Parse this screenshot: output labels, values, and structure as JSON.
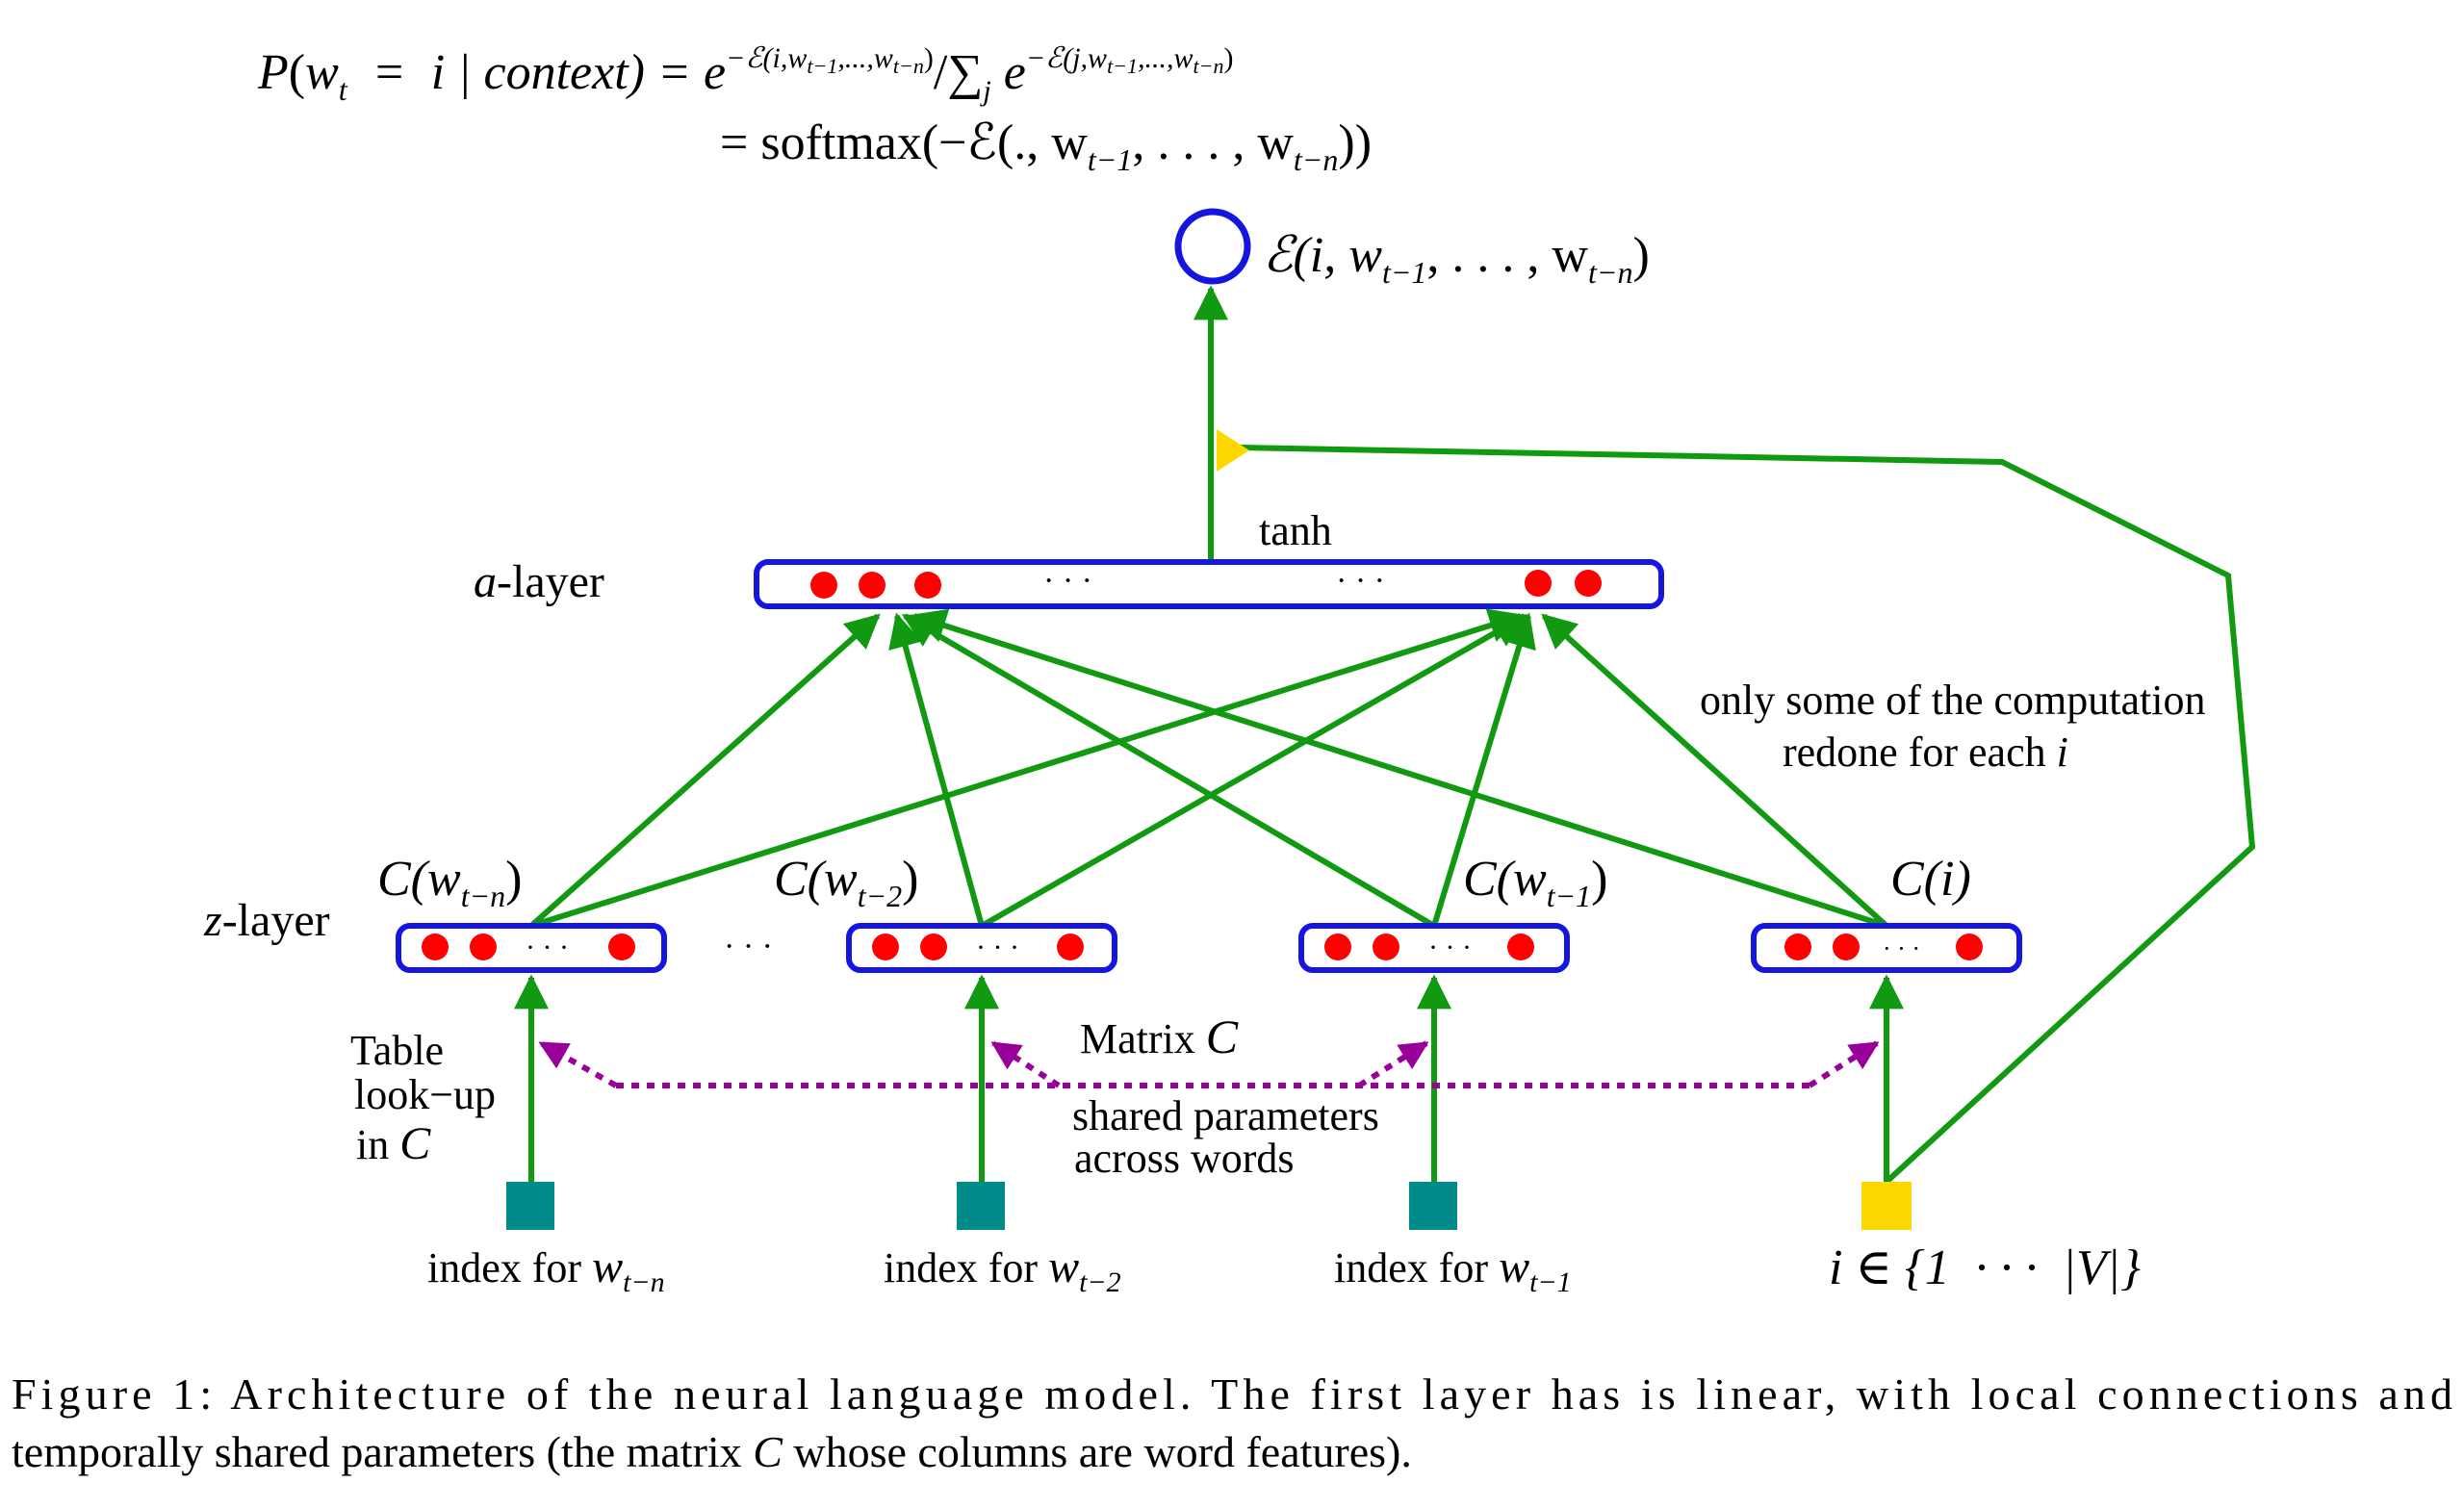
{
  "equation": {
    "line1_lhs_P": "P",
    "line1_lhs_w": "w",
    "line1_lhs_sub": "t",
    "line1_mid": "  =  i | context) = ",
    "line1_e": "e",
    "line1_exp1": "−ℰ(i,w",
    "line1_exp1_sub": "t−1",
    "line1_exp1_end": ",...,w",
    "line1_exp1_sub2": "t−n",
    "line1_exp1_close": ")",
    "line1_div": "/",
    "line1_sum": "∑",
    "line1_sum_sub": "j",
    "line1_e2": " e",
    "line1_exp2": "−ℰ(j,w",
    "line1_exp2_sub": "t−1",
    "line1_exp2_end": ",...,w",
    "line1_exp2_sub2": "t−n",
    "line1_exp2_close": ")",
    "line2_eq": "= softmax(−ℰ(., w",
    "line2_sub1": "t−1",
    "line2_mid": ", . . . , w",
    "line2_sub2": "t−n",
    "line2_end": "))"
  },
  "output": {
    "label": "ℰ(i, w",
    "label_sub1": "t−1",
    "label_mid": ", . . . , w",
    "label_sub2": "t−n",
    "label_end": ")"
  },
  "labels": {
    "tanh": "tanh",
    "a_layer_var": "a",
    "a_layer_rest": "-layer",
    "z_layer_var": "z",
    "z_layer_rest": "-layer",
    "computation_line1": "only some of the computation",
    "computation_line2_prefix": "redone for each ",
    "computation_line2_var": "i",
    "a_dots_1": "· · ·",
    "a_dots_2": "· · ·",
    "z_gap_dots": "· · ·",
    "table_line1": "Table",
    "table_line2": "look−up",
    "table_line3_prefix": "in ",
    "table_line3_var": "C",
    "matrix_prefix": "Matrix ",
    "matrix_var": "C",
    "shared_line1": "shared parameters",
    "shared_line2": "across words"
  },
  "z_units": [
    {
      "label_pre": "C(w",
      "label_sub": "t−n",
      "label_post": ")",
      "dots": "· · ·",
      "index_prefix": "index for ",
      "index_var": "w",
      "index_sub": "t−n"
    },
    {
      "label_pre": "C(w",
      "label_sub": "t−2",
      "label_post": ")",
      "dots": "· · ·",
      "index_prefix": "index for ",
      "index_var": "w",
      "index_sub": "t−2"
    },
    {
      "label_pre": "C(w",
      "label_sub": "t−1",
      "label_post": ")",
      "dots": "· · ·",
      "index_prefix": "index for ",
      "index_var": "w",
      "index_sub": "t−1"
    },
    {
      "label_pre": "C(i)",
      "label_sub": "",
      "label_post": "",
      "dots": "· · ·",
      "index_prefix": "i ∈ {1  · · ·  |V|}",
      "index_var": "",
      "index_sub": ""
    }
  ],
  "caption": {
    "line1": "Figure 1: Architecture of the neural language model. The first layer has is linear, with local connections and",
    "line2_prefix": "temporally shared parameters (the matrix ",
    "line2_var": "C",
    "line2_suffix": " whose columns are word features)."
  },
  "colors": {
    "box_border": "#1515e0",
    "unit_dot": "#ff0000",
    "connection": "#119911",
    "shared_param": "#990099",
    "index_box": "#008b8b",
    "special_index": "#ffd700"
  }
}
